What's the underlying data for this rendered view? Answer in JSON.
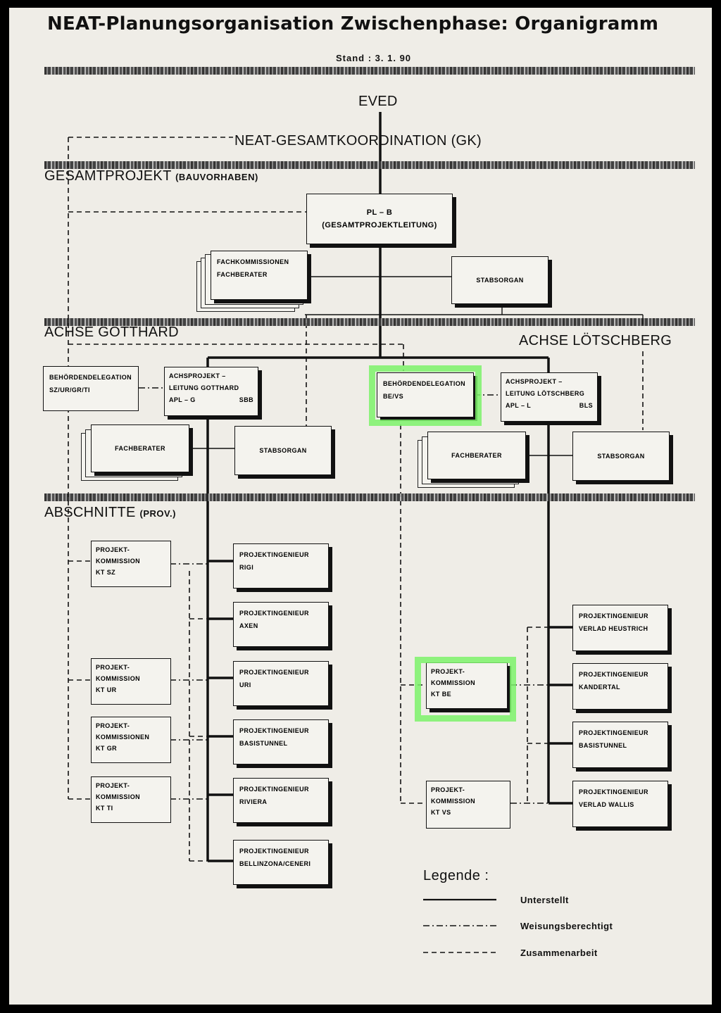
{
  "header": {
    "title": "NEAT-Planungsorganisation Zwischenphase: Organigramm",
    "stand": "Stand :  3. 1. 90"
  },
  "top": {
    "eved": "EVED",
    "gk": "NEAT-GESAMTKOORDINATION (GK)"
  },
  "sections": {
    "gesamtprojekt": {
      "label": "GESAMTPROJEKT",
      "sub": "(BAUVORHABEN)"
    },
    "gotthard": "ACHSE GOTTHARD",
    "loetschberg": "ACHSE LÖTSCHBERG",
    "abschnitte": {
      "label": "ABSCHNITTE",
      "sub": "(PROV.)"
    }
  },
  "boxes": {
    "plb": [
      "PL – B",
      "(GESAMTPROJEKTLEITUNG)"
    ],
    "fachkommissionen": [
      "FACHKOMMISSIONEN",
      "FACHBERATER"
    ],
    "stab_top": "STABSORGAN",
    "behoerden_gotthard": [
      "BEHÖRDENDELEGATION",
      "SZ/UR/GR/TI"
    ],
    "apl_g": [
      "ACHSPROJEKT –",
      "LEITUNG GOTTHARD",
      "APL – G",
      "SBB"
    ],
    "fachberater_g": "FACHBERATER",
    "stab_g": "STABSORGAN",
    "behoerden_loetschberg": [
      "BEHÖRDENDELEGATION",
      "BE/VS"
    ],
    "apl_l": [
      "ACHSPROJEKT –",
      "LEITUNG LÖTSCHBERG",
      "APL – L",
      "BLS"
    ],
    "fachberater_l": "FACHBERATER",
    "stab_l": "STABSORGAN"
  },
  "kommissionen_g": [
    [
      "PROJEKT-",
      "KOMMISSION",
      "KT SZ"
    ],
    [
      "PROJEKT-",
      "KOMMISSION",
      "KT UR"
    ],
    [
      "PROJEKT-",
      "KOMMISSIONEN",
      "KT GR"
    ],
    [
      "PROJEKT-",
      "KOMMISSION",
      "KT TI"
    ]
  ],
  "ingenieure_g": [
    [
      "PROJEKTINGENIEUR",
      "RIGI"
    ],
    [
      "PROJEKTINGENIEUR",
      "AXEN"
    ],
    [
      "PROJEKTINGENIEUR",
      "URI"
    ],
    [
      "PROJEKTINGENIEUR",
      "BASISTUNNEL"
    ],
    [
      "PROJEKTINGENIEUR",
      "RIVIERA"
    ],
    [
      "PROJEKTINGENIEUR",
      "BELLINZONA/CENERI"
    ]
  ],
  "kommissionen_l": [
    [
      "PROJEKT-",
      "KOMMISSION",
      "KT BE"
    ],
    [
      "PROJEKT-",
      "KOMMISSION",
      "KT VS"
    ]
  ],
  "ingenieure_l": [
    [
      "PROJEKTINGENIEUR",
      "VERLAD HEUSTRICH"
    ],
    [
      "PROJEKTINGENIEUR",
      "KANDERTAL"
    ],
    [
      "PROJEKTINGENIEUR",
      "BASISTUNNEL"
    ],
    [
      "PROJEKTINGENIEUR",
      "VERLAD WALLIS"
    ]
  ],
  "legend": {
    "title": "Legende :",
    "items": [
      "Unterstellt",
      "Weisungsberechtigt",
      "Zusammenarbeit"
    ]
  },
  "colors": {
    "highlight": "#7cf26a",
    "ink": "#111111",
    "paper": "#efede7"
  }
}
